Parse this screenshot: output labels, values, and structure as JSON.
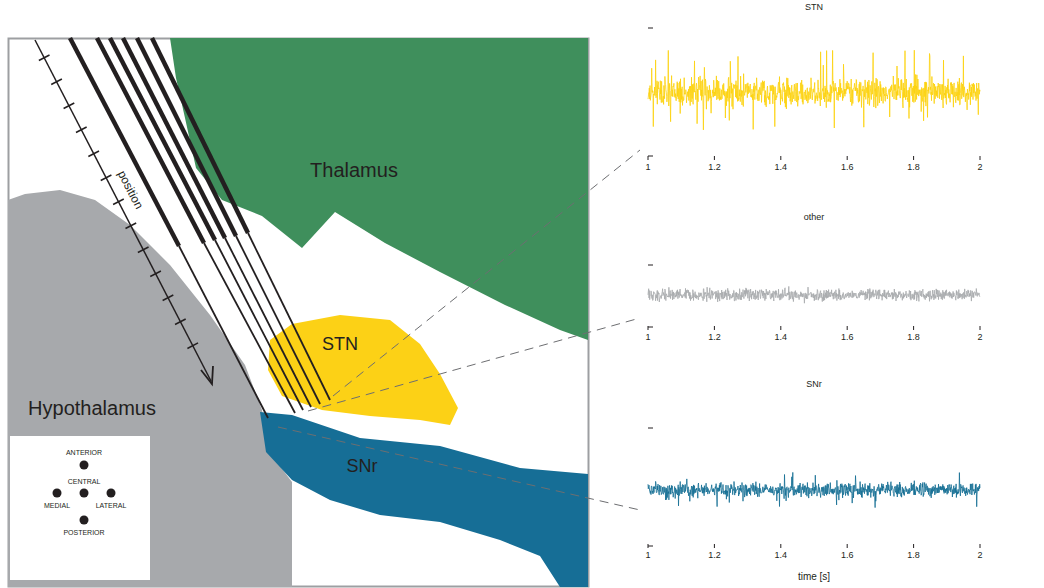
{
  "diagram": {
    "nodes": [
      {
        "text": [
          "Thalamus"
        ]
      },
      {
        "text": [
          "Hypothalamus"
        ]
      },
      {
        "text": [
          "STN"
        ]
      },
      {
        "text": [
          "SNr"
        ]
      }
    ],
    "labels": [
      "position",
      "ANTERIOR",
      "CENTRAL",
      "MEDIAL",
      "LATERAL",
      "POSTERIOR",
      "STN",
      "1",
      "1.2",
      "1.4",
      "1.6",
      "1.8",
      "2",
      "other",
      "1",
      "1.2",
      "1.4",
      "1.6",
      "1.8",
      "2",
      "SNr",
      "1",
      "1.2",
      "1.4",
      "1.6",
      "1.8",
      "2",
      "time [s]"
    ]
  }
}
